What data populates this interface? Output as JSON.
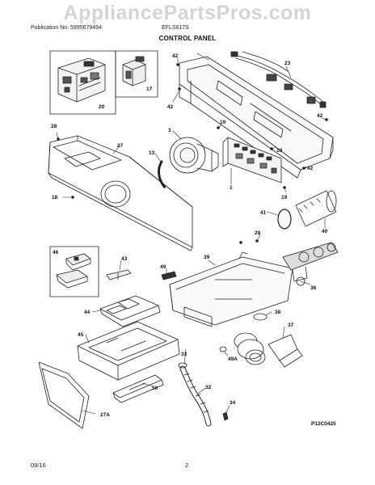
{
  "watermark": "AppliancePartsPros.com",
  "header": {
    "publication": "Publication No: 5995679494",
    "model": "EFLS617S",
    "title": "CONTROL PANEL"
  },
  "footer": {
    "date": "09/16",
    "page": "2"
  },
  "figure_code": "P12C0425",
  "callouts": {
    "c20": "20",
    "c17": "17",
    "c42a": "42",
    "c42b": "42",
    "c42c": "42",
    "c42d": "42",
    "c23": "23",
    "c28a": "28",
    "c27": "27",
    "c3": "3",
    "c19a": "19",
    "c19b": "19",
    "c19c": "19",
    "c13": "13",
    "c1": "1",
    "c18": "18",
    "c41": "41",
    "c40": "40",
    "c28b": "28",
    "c46": "46",
    "c43": "43",
    "c49": "49",
    "c39": "39",
    "c36": "36",
    "c38": "38",
    "c44": "44",
    "c37": "37",
    "c45": "45",
    "c33": "33",
    "c49a": "49A",
    "c50": "50",
    "c32": "32",
    "c34": "34",
    "c27a": "27A"
  }
}
